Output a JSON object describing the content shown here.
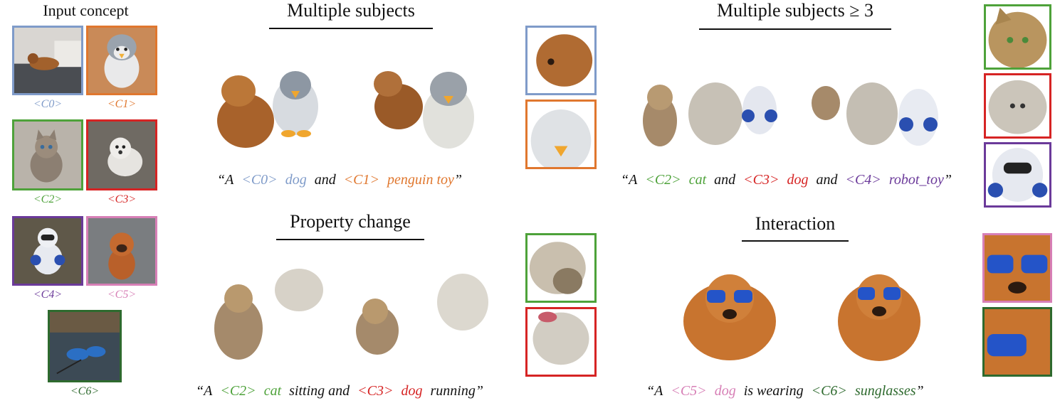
{
  "colors": {
    "c0": "#7f9bc9",
    "c1": "#e0772e",
    "c2": "#4ea23a",
    "c3": "#d62424",
    "c4": "#6b3a9a",
    "c5": "#d77fb6",
    "c6": "#2e6a2e"
  },
  "input_concept": {
    "title": "Input concept",
    "tokens": [
      "<C0>",
      "<C1>",
      "<C2>",
      "<C3>",
      "<C4>",
      "<C5>",
      "<C6>"
    ]
  },
  "panels": {
    "multiple_subjects": {
      "title": "Multiple subjects",
      "caption": {
        "open": "“A",
        "t0": "<C0>",
        "w0": "dog",
        "and": "and",
        "t1": "<C1>",
        "w1": "penguin toy",
        "close": "”"
      }
    },
    "multiple_subjects_3": {
      "title": "Multiple subjects ≥ 3",
      "caption": {
        "open": "“A",
        "t0": "<C2>",
        "w0": "cat",
        "and1": "and",
        "t1": "<C3>",
        "w1": "dog",
        "and2": "and",
        "t2": "<C4>",
        "w2": "robot_toy",
        "close": "”"
      }
    },
    "property_change": {
      "title": "Property change",
      "caption": {
        "open": "“A",
        "t0": "<C2>",
        "w0": "cat",
        "mid": "sitting and",
        "t1": "<C3>",
        "w1": "dog",
        "end": "running”"
      }
    },
    "interaction": {
      "title": "Interaction",
      "caption": {
        "open": "“A",
        "t0": "<C5>",
        "w0": "dog",
        "mid": "is wearing",
        "t1": "<C6>",
        "w1": "sunglasses",
        "close": "”"
      }
    }
  }
}
